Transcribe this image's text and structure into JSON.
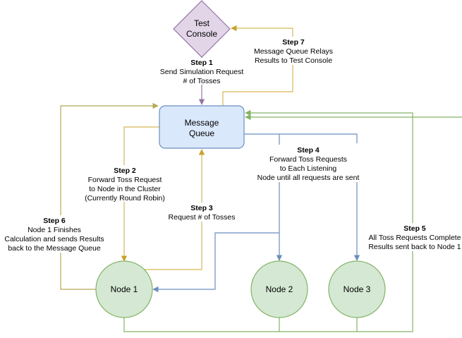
{
  "nodes": {
    "test_console": {
      "line1": "Test",
      "line2": "Console"
    },
    "message_queue": {
      "line1": "Message",
      "line2": "Queue"
    },
    "node1": {
      "label": "Node 1"
    },
    "node2": {
      "label": "Node 2"
    },
    "node3": {
      "label": "Node 3"
    }
  },
  "steps": {
    "step1": {
      "title": "Step 1",
      "lines": [
        "Send Simulation Request",
        "# of Tosses"
      ]
    },
    "step2": {
      "title": "Step 2",
      "lines": [
        "Forward Toss Request",
        "to Node in the Cluster",
        "(Currently Round Robin)"
      ]
    },
    "step3": {
      "title": "Step 3",
      "lines": [
        "Request # of Tosses"
      ]
    },
    "step4": {
      "title": "Step 4",
      "lines": [
        "Forward Toss Requests",
        "to Each Listening",
        "Node until all requests are sent"
      ]
    },
    "step5": {
      "title": "Step 5",
      "lines": [
        "All Toss Requests Complete",
        "Results sent back to Node 1"
      ]
    },
    "step6": {
      "title": "Step 6",
      "lines": [
        "Node 1 Finishes",
        "Calculation and sends Results",
        "back to the Message Queue"
      ]
    },
    "step7": {
      "title": "Step 7",
      "lines": [
        "Message Queue Relays",
        "Results to Test Console"
      ]
    }
  },
  "colors": {
    "console_fill": "#e1d5e7",
    "console_stroke": "#9673a6",
    "queue_fill": "#dae8fc",
    "queue_stroke": "#6c8ebf",
    "node_fill": "#d5e8d4",
    "node_stroke": "#82b366",
    "gold": "#d6b656",
    "gold_dark": "#c9a227",
    "blue_line": "#6c8ebf",
    "purple_line": "#9673a6",
    "green_line": "#82b366",
    "olive_line": "#b5a955"
  }
}
